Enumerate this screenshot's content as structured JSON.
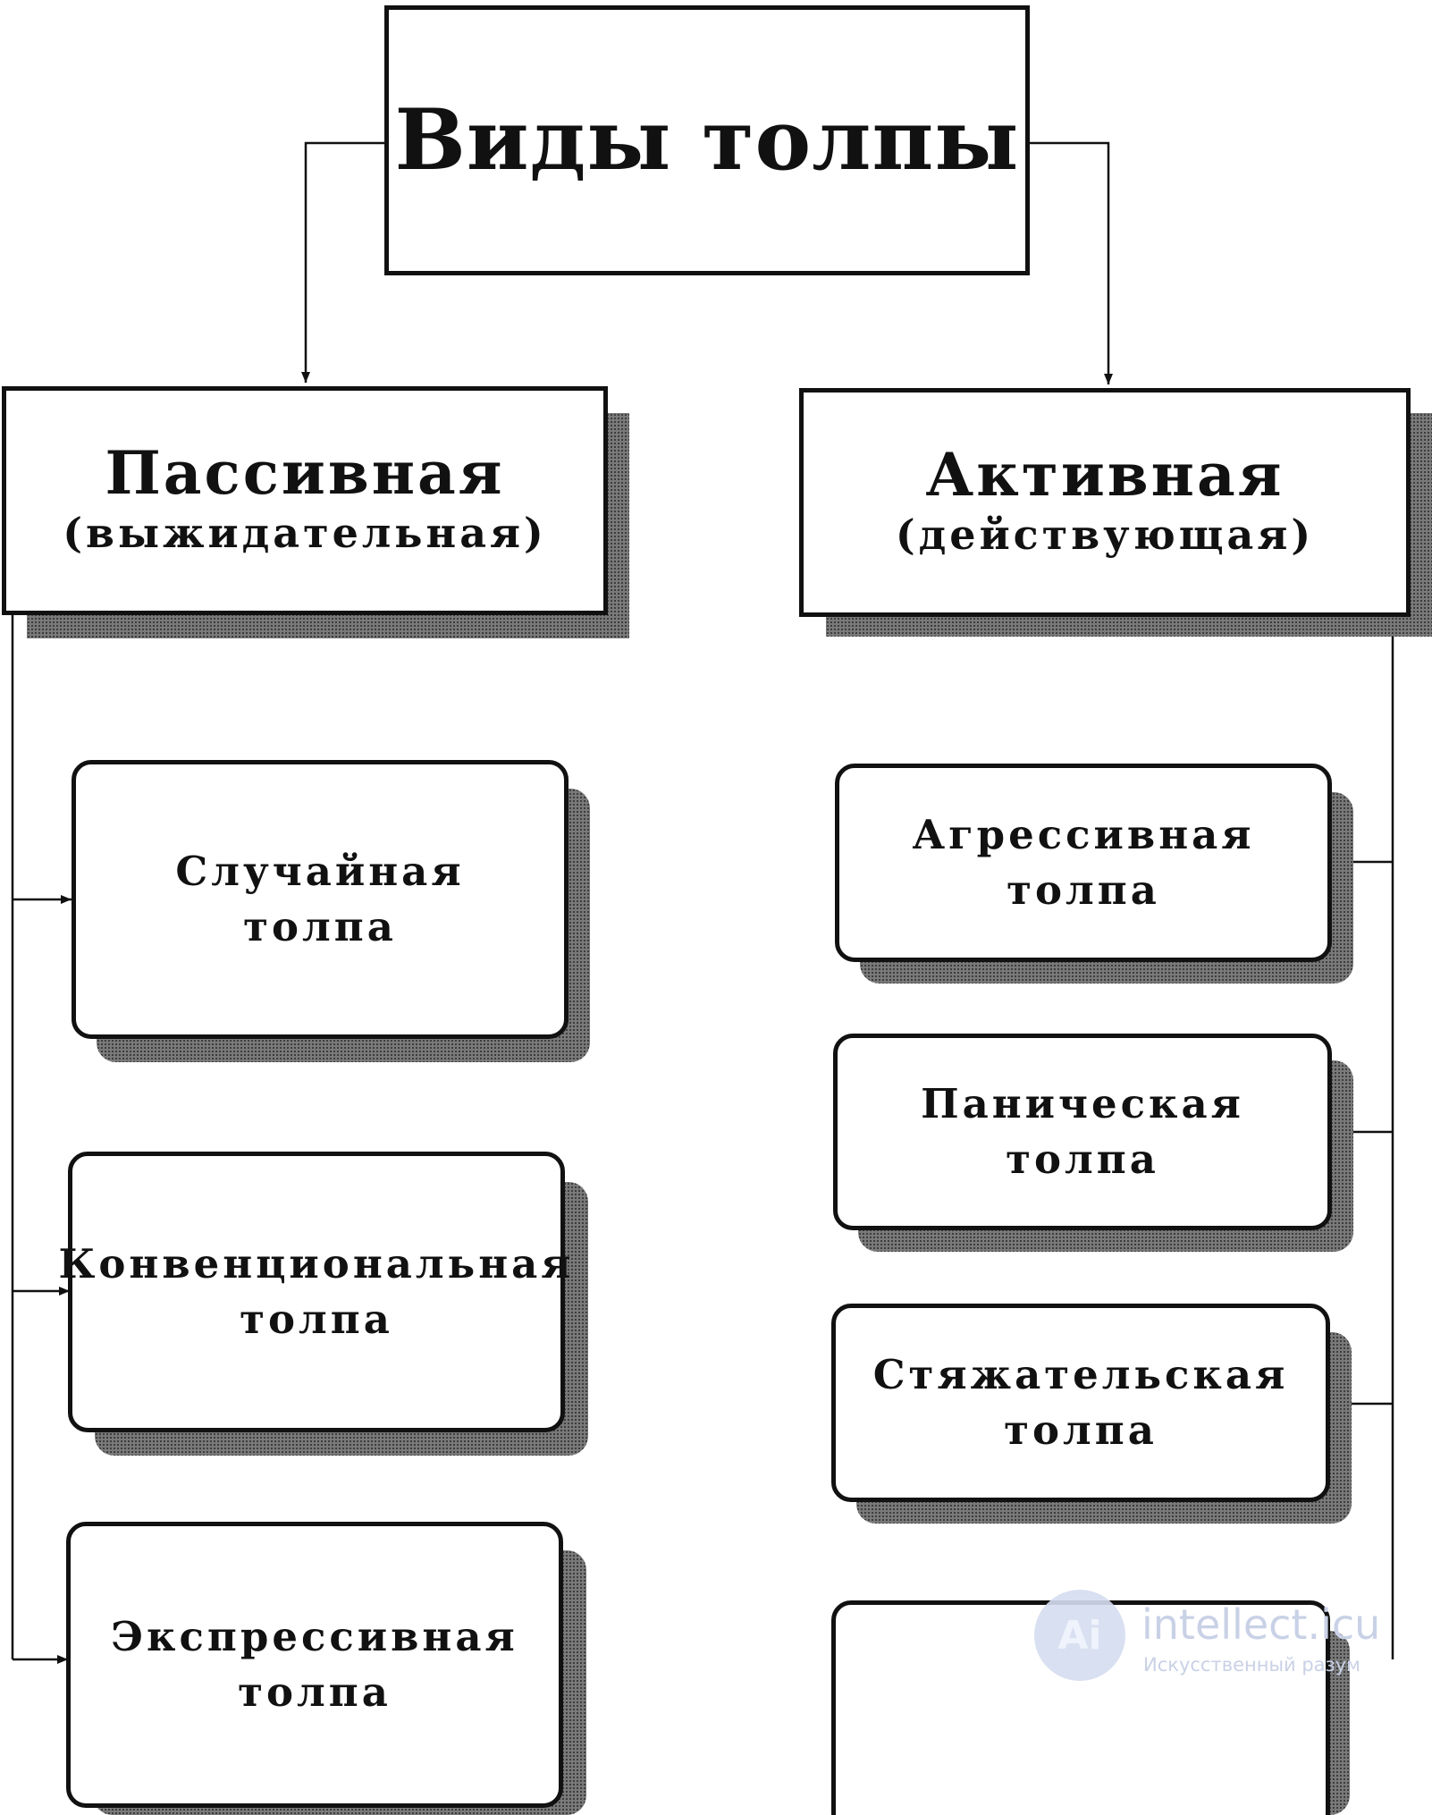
{
  "diagram": {
    "title": "Виды толпы",
    "categories": [
      {
        "label": "Пассивная",
        "sublabel": "(выжидательная)",
        "items": [
          {
            "lines": [
              "Случайная",
              "толпа"
            ]
          },
          {
            "lines": [
              "Конвенциональная",
              "толпа"
            ]
          },
          {
            "lines": [
              "Экспрессивная",
              "толпа"
            ]
          }
        ]
      },
      {
        "label": "Активная",
        "sublabel": "(действующая)",
        "items": [
          {
            "lines": [
              "Агрессивная",
              "толпа"
            ]
          },
          {
            "lines": [
              "Паническая",
              "толпа"
            ]
          },
          {
            "lines": [
              "Стяжательская",
              "толпа"
            ]
          },
          {
            "lines": []
          }
        ]
      }
    ]
  },
  "watermark": {
    "logo": "Ai",
    "name": "intellect.icu",
    "tagline": "Искусственный разум"
  },
  "colors": {
    "line": "#111111",
    "shadow": "#7a7a7a",
    "watermark": "#c9d1e6"
  }
}
